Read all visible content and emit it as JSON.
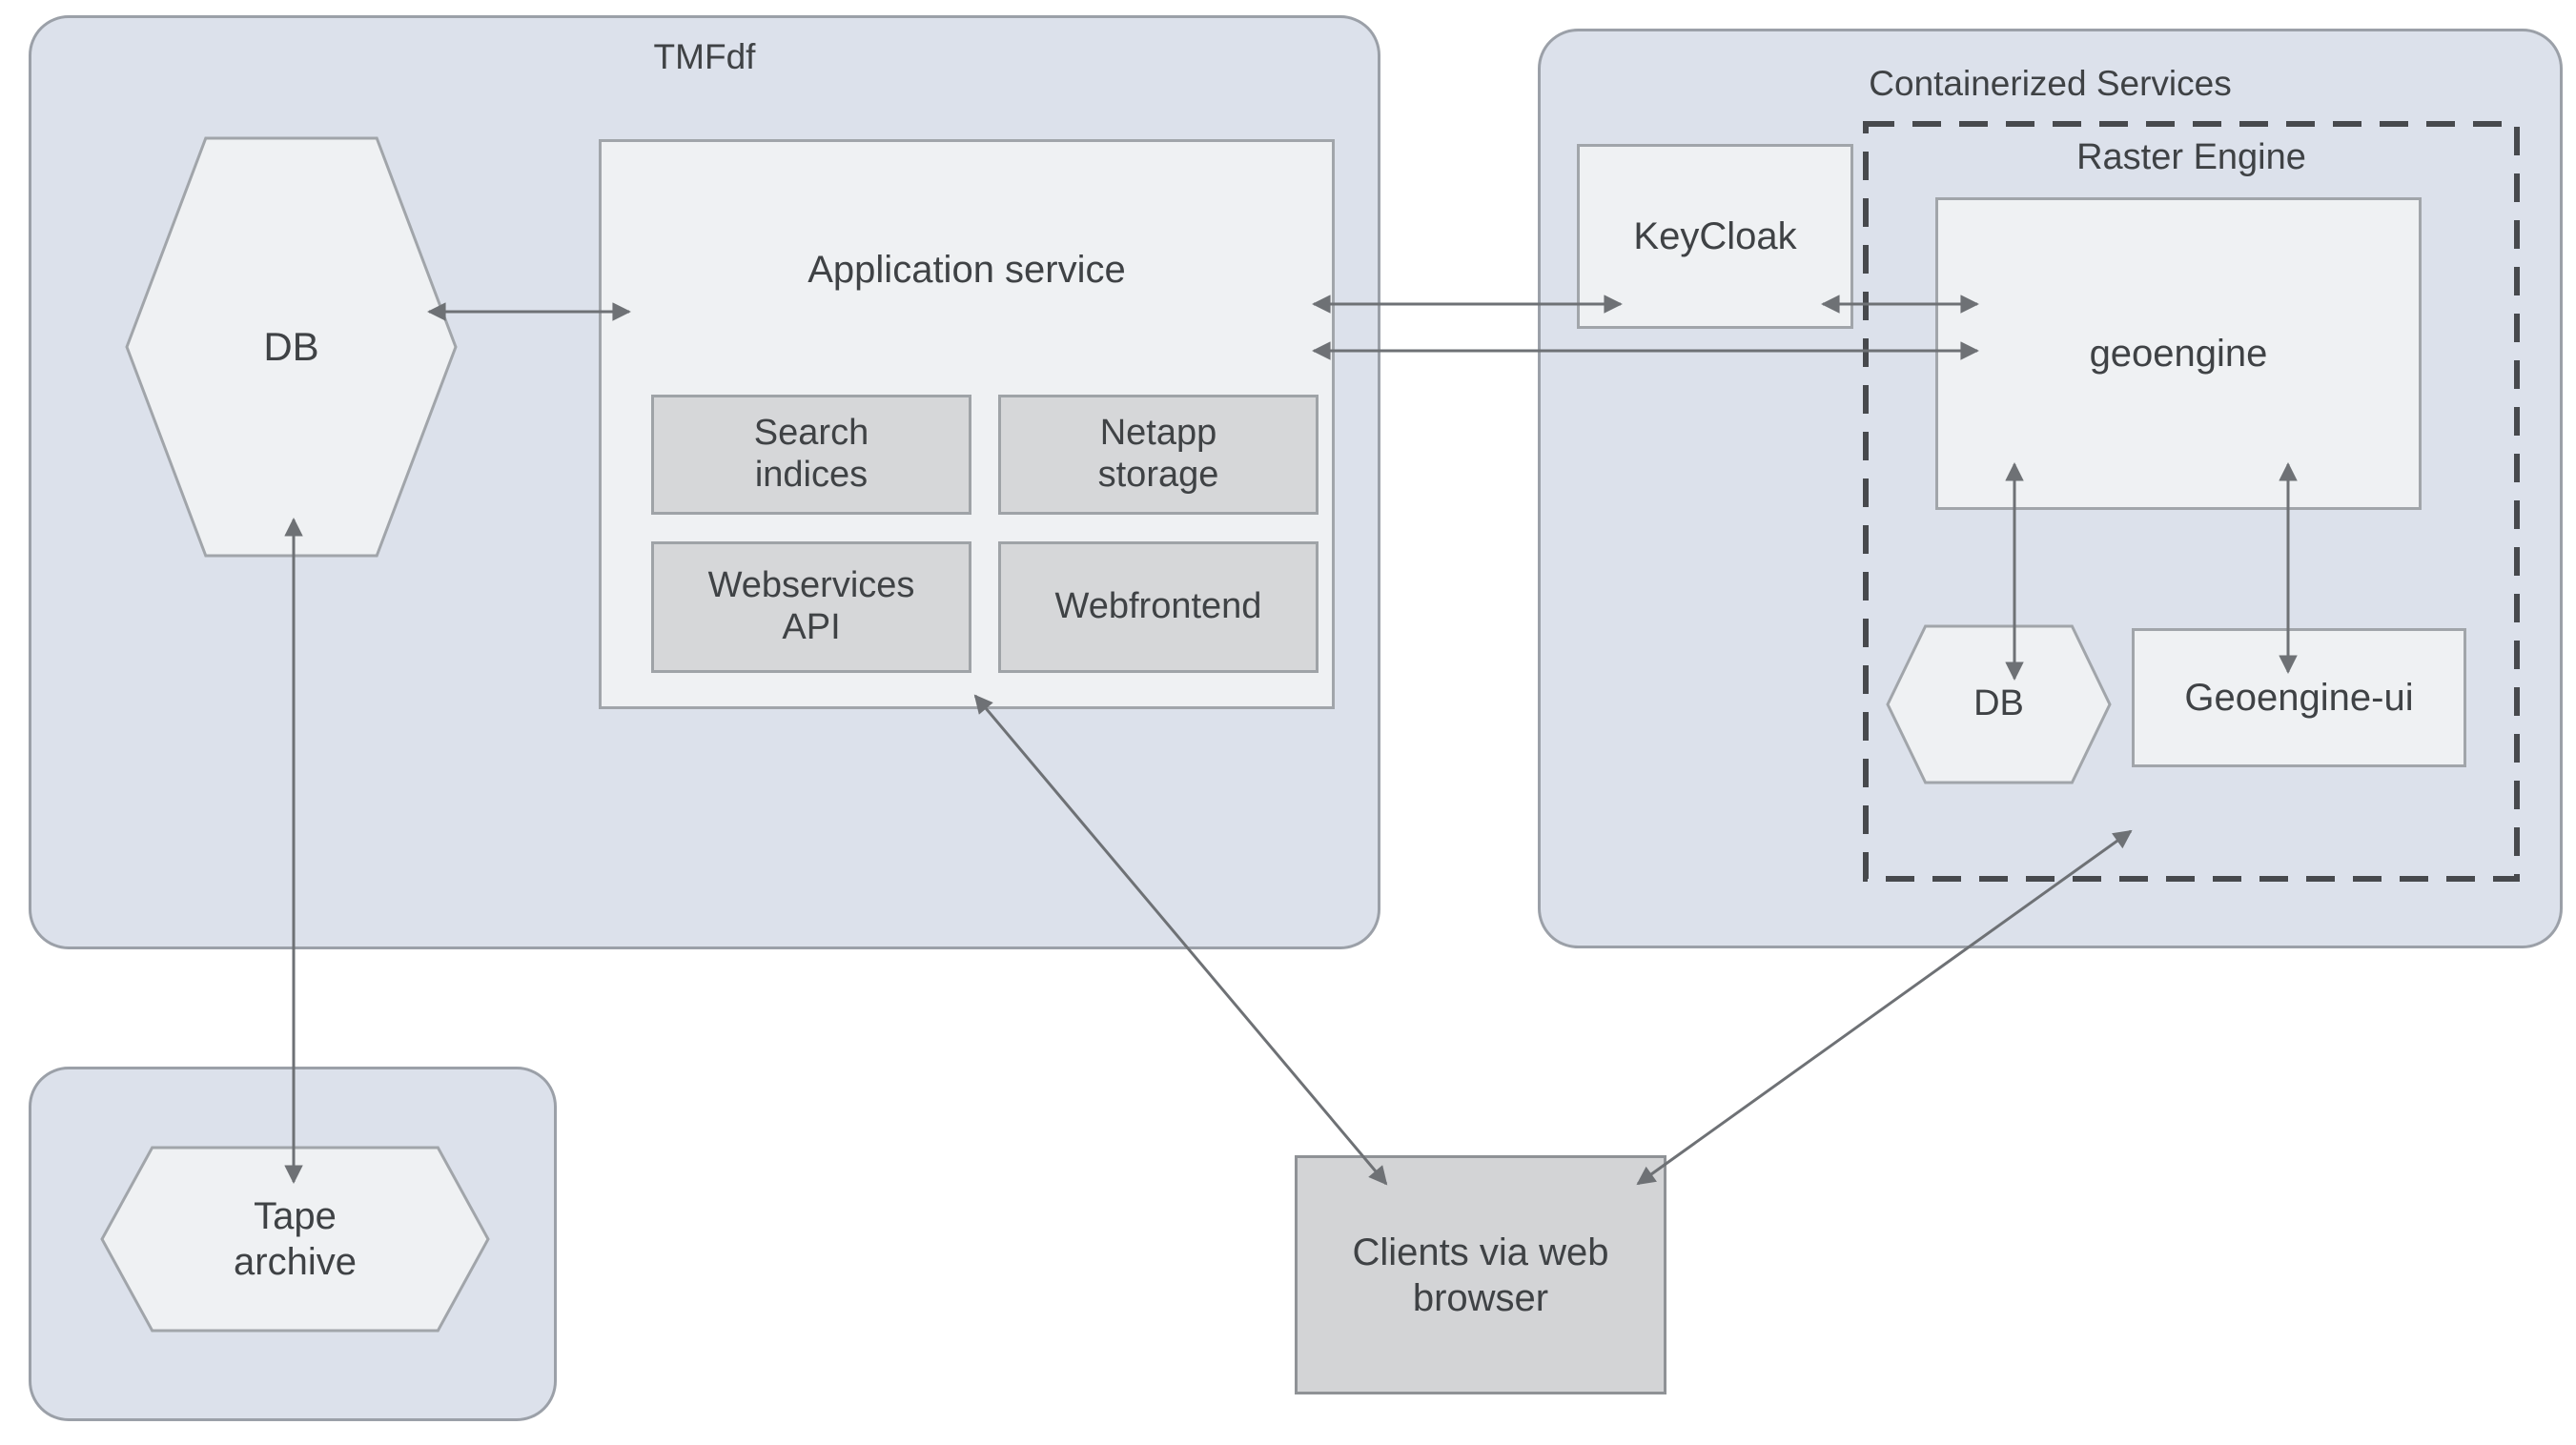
{
  "diagram": {
    "colors": {
      "page_background": "#ffffff",
      "container_fill": "#dce1eb",
      "container_border": "#9ba0a8",
      "node_fill": "#eff1f3",
      "node_border": "#a1a5aa",
      "subbox_fill": "#d6d7d9",
      "clients_fill": "#d3d4d6",
      "dashed_border": "#47494d",
      "arrow": "#6e7175",
      "text": "#3f4245"
    },
    "containers": {
      "tmfdf": {
        "title": "TMFdf"
      },
      "containerized": {
        "title": "Containerized Services"
      },
      "raster": {
        "title": "Raster Engine"
      },
      "tape_group": {
        "title": ""
      }
    },
    "nodes": {
      "db_main": {
        "label": "DB",
        "shape": "hexagon"
      },
      "app_service": {
        "label": "Application service",
        "shape": "rect"
      },
      "search_indices": {
        "label": "Search\nindices",
        "shape": "rect"
      },
      "netapp_storage": {
        "label": "Netapp\nstorage",
        "shape": "rect"
      },
      "webservices_api": {
        "label": "Webservices\nAPI",
        "shape": "rect"
      },
      "webfrontend": {
        "label": "Webfrontend",
        "shape": "rect"
      },
      "keycloak": {
        "label": "KeyCloak",
        "shape": "rect"
      },
      "geoengine": {
        "label": "geoengine",
        "shape": "rect"
      },
      "db_raster": {
        "label": "DB",
        "shape": "hexagon"
      },
      "geoengine_ui": {
        "label": "Geoengine-ui",
        "shape": "rect"
      },
      "tape_archive": {
        "label": "Tape\narchive",
        "shape": "hexagon"
      },
      "clients": {
        "label": "Clients via web\nbrowser",
        "shape": "rect"
      }
    },
    "edges": [
      {
        "from": "db_main",
        "to": "app_service",
        "direction": "both",
        "px": [
          450,
          327,
          660,
          327
        ]
      },
      {
        "from": "db_main",
        "to": "tape_archive",
        "direction": "both",
        "px": [
          308,
          545,
          308,
          1240
        ]
      },
      {
        "from": "app_service",
        "to": "keycloak",
        "direction": "both",
        "px": [
          1378,
          319,
          1700,
          319
        ]
      },
      {
        "from": "keycloak",
        "to": "geoengine",
        "direction": "both",
        "px": [
          1912,
          319,
          2074,
          319
        ]
      },
      {
        "from": "app_service",
        "to": "geoengine",
        "direction": "both",
        "px": [
          1378,
          368,
          2074,
          368
        ]
      },
      {
        "from": "geoengine",
        "to": "db_raster",
        "direction": "both",
        "px": [
          2113,
          487,
          2113,
          712
        ]
      },
      {
        "from": "geoengine",
        "to": "geoengine_ui",
        "direction": "both",
        "px": [
          2400,
          487,
          2400,
          705
        ]
      },
      {
        "from": "app_service",
        "to": "clients",
        "direction": "both",
        "px": [
          1023,
          730,
          1454,
          1242
        ]
      },
      {
        "from": "raster",
        "to": "clients",
        "direction": "both",
        "px": [
          2235,
          872,
          1718,
          1242
        ]
      }
    ]
  }
}
